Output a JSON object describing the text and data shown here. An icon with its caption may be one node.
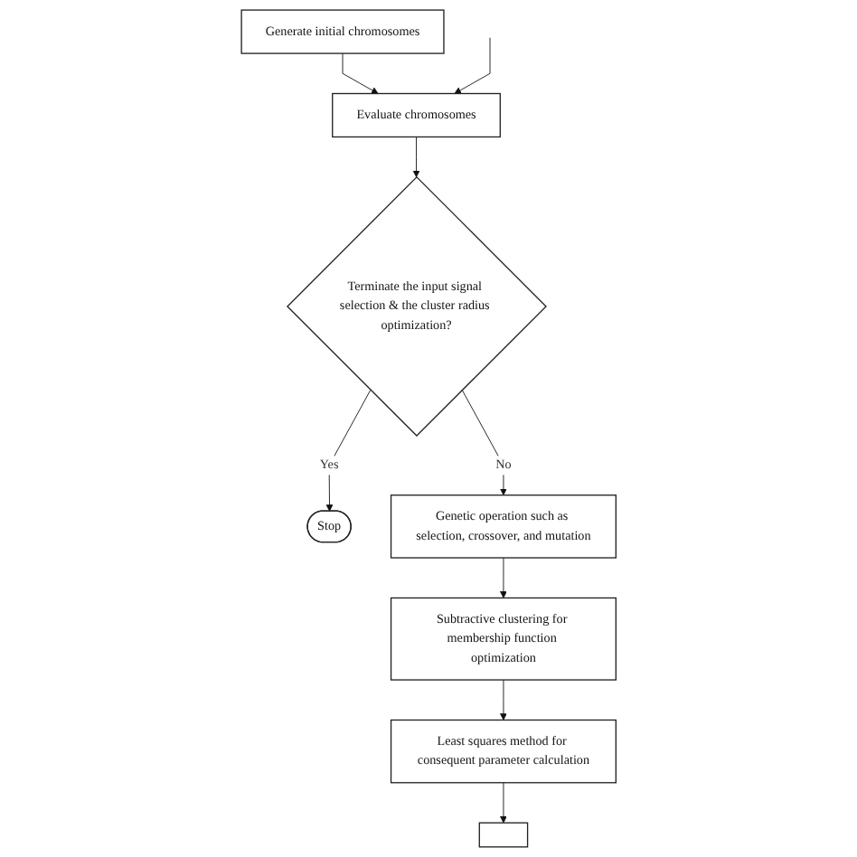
{
  "diagram": {
    "nodes": [
      {
        "text": [
          "Generate initial chromosomes"
        ]
      },
      {
        "text": [
          "Evaluate chromosomes"
        ]
      },
      {
        "text": [
          "Terminate the input signal selection & the cluster radius optimization?"
        ]
      },
      {
        "text": [
          "Stop"
        ]
      },
      {
        "text": [
          "Genetic operation such as selection, crossover, and mutation"
        ]
      },
      {
        "text": [
          "Subtractive clustering for membership function optimization"
        ]
      },
      {
        "text": [
          "Least squares method for consequent parameter calculation"
        ]
      },
      {
        "text": [],
        "shape": "box"
      }
    ],
    "edges": [
      {
        "from": 0,
        "to": 1,
        "arrow": "to"
      },
      {
        "from": null,
        "to": 1,
        "arrow": "to"
      },
      {
        "from": 1,
        "to": 2,
        "arrow": "to"
      },
      {
        "from": 2,
        "to": 3,
        "label": "Yes",
        "arrow": "to"
      },
      {
        "from": 2,
        "to": 4,
        "label": "No",
        "arrow": "to"
      },
      {
        "from": 4,
        "to": 5,
        "arrow": "to"
      },
      {
        "from": 5,
        "to": 6,
        "arrow": "to"
      },
      {
        "from": 6,
        "to": 7,
        "arrow": "to"
      }
    ]
  }
}
